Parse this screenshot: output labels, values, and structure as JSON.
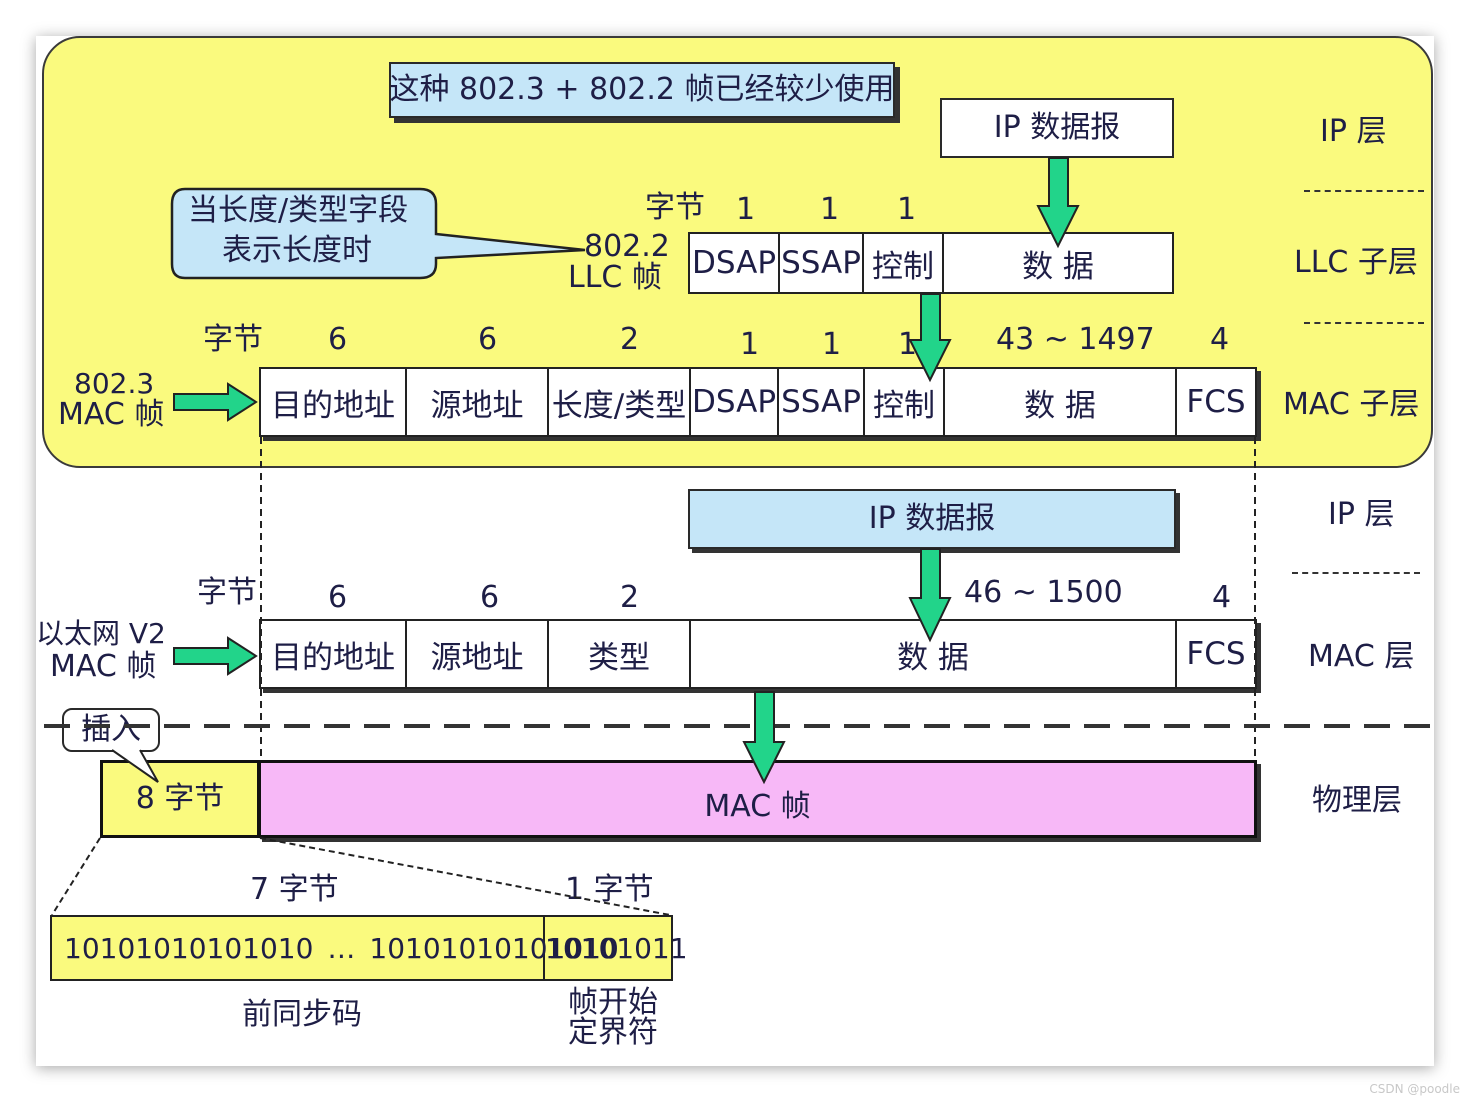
{
  "title": "这种 802.3 + 802.2 帧已经较少使用",
  "callout": {
    "line1": "当长度/类型字段",
    "line2": "表示长度时"
  },
  "llc": {
    "label1": "802.2",
    "label2": "LLC 帧",
    "bytes_label": "字节",
    "byte_counts": [
      "1",
      "1",
      "1"
    ],
    "fields": [
      "DSAP",
      "SSAP",
      "控制",
      "数    据"
    ],
    "ip_datagram": "IP 数据报"
  },
  "mac8023": {
    "label1": "802.3",
    "label2": "MAC 帧",
    "bytes_label": "字节",
    "byte_counts": [
      "6",
      "6",
      "2",
      "1",
      "1",
      "1",
      "43 ~ 1497",
      "4"
    ],
    "fields": [
      "目的地址",
      "源地址",
      "长度/类型",
      "DSAP",
      "SSAP",
      "控制",
      "数    据",
      "FCS"
    ]
  },
  "ethv2": {
    "label1": "以太网 V2",
    "label2": "MAC 帧",
    "bytes_label": "字节",
    "byte_counts": [
      "6",
      "6",
      "2",
      "46 ~ 1500",
      "4"
    ],
    "fields": [
      "目的地址",
      "源地址",
      "类型",
      "数          据",
      "FCS"
    ],
    "ip_datagram": "IP 数据报"
  },
  "physical": {
    "insert": "插入",
    "preamble_bytes": "8 字节",
    "mac_frame": "MAC 帧",
    "seven_bytes": "7 字节",
    "one_byte": "1 字节",
    "bits_a": "10101010101010",
    "dots": "…",
    "bits_b": "10101010101010",
    "bits_c": "10101011",
    "preamble_name": "前同步码",
    "sfd_line1": "帧开始",
    "sfd_line2": "定界符"
  },
  "layers": {
    "ip_top": "IP 层",
    "llc": "LLC 子层",
    "mac_sub": "MAC 子层",
    "ip_mid": "IP 层",
    "mac": "MAC 层",
    "phys": "物理层"
  },
  "watermark": "CSDN @poodle",
  "colors": {
    "yellow": "#fafa7e",
    "blue": "#c5e6f8",
    "pink": "#f7b8f7",
    "arrow": "#22d48a"
  }
}
